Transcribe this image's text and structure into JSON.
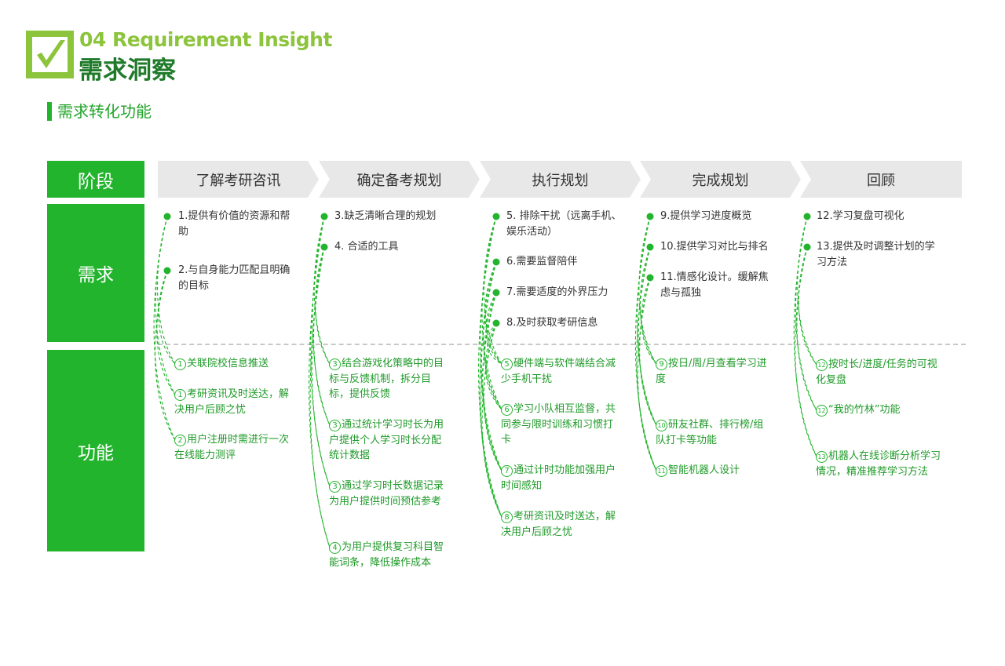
{
  "header": {
    "title_en": "04 Requirement Insight",
    "title_cn": "需求洞察",
    "subtitle": "需求转化功能",
    "logo_icon": "checkmark-icon"
  },
  "colors": {
    "accent_green": "#22b42c",
    "logo_green": "#8cc43c",
    "title_dark_green": "#1f7a2a",
    "stage_gray": "#e8e8e8"
  },
  "row_labels": {
    "stage": "阶段",
    "need": "需求",
    "function": "功能"
  },
  "stages": [
    "了解考研咨讯",
    "确定备考规划",
    "执行规划",
    "完成规划",
    "回顾"
  ],
  "columns": [
    {
      "needs": [
        "1.提供有价值的资源和帮助",
        "2.与自身能力匹配且明确的目标"
      ],
      "functions": [
        {
          "num": "1",
          "text": "关联院校信息推送"
        },
        {
          "num": "1",
          "text": "考研资讯及时送达，解决用户后顾之忧"
        },
        {
          "num": "2",
          "text": "用户注册时需进行一次在线能力测评"
        }
      ]
    },
    {
      "needs": [
        "3.缺乏清晰合理的规划",
        "4. 合适的工具"
      ],
      "functions": [
        {
          "num": "3",
          "text": "结合游戏化策略中的目标与反馈机制，拆分目标，提供反馈"
        },
        {
          "num": "3",
          "text": "通过统计学习时长为用户提供个人学习时长分配统计数据"
        },
        {
          "num": "3",
          "text": "通过学习时长数据记录为用户提供时间预估参考"
        },
        {
          "num": "4",
          "text": "为用户提供复习科目智能词条，降低操作成本"
        }
      ]
    },
    {
      "needs": [
        "5. 排除干扰（远离手机、娱乐活动）",
        "6.需要监督陪伴",
        "7.需要适度的外界压力",
        "8.及时获取考研信息"
      ],
      "functions": [
        {
          "num": "5",
          "text": "硬件端与软件端结合减少手机干扰"
        },
        {
          "num": "6",
          "text": "学习小队相互监督，共同参与限时训练和习惯打卡"
        },
        {
          "num": "7",
          "text": "通过计时功能加强用户时间感知"
        },
        {
          "num": "8",
          "text": "考研资讯及时送达，解决用户后顾之忧"
        }
      ]
    },
    {
      "needs": [
        "9.提供学习进度概览",
        "10.提供学习对比与排名",
        "11.情感化设计。缓解焦虑与孤独"
      ],
      "functions": [
        {
          "num": "9",
          "text": "按日/周/月查看学习进度"
        },
        {
          "num": "10",
          "text": "研友社群、排行榜/组队打卡等功能"
        },
        {
          "num": "11",
          "text": "智能机器人设计"
        }
      ]
    },
    {
      "needs": [
        "12.学习复盘可视化",
        "13.提供及时调整计划的学习方法"
      ],
      "functions": [
        {
          "num": "12",
          "text": "按时长/进度/任务的可视化复盘"
        },
        {
          "num": "12",
          "text": "“我的竹林”功能"
        },
        {
          "num": "13",
          "text": "机器人在线诊断分析学习情况，精准推荐学习方法"
        }
      ]
    }
  ]
}
